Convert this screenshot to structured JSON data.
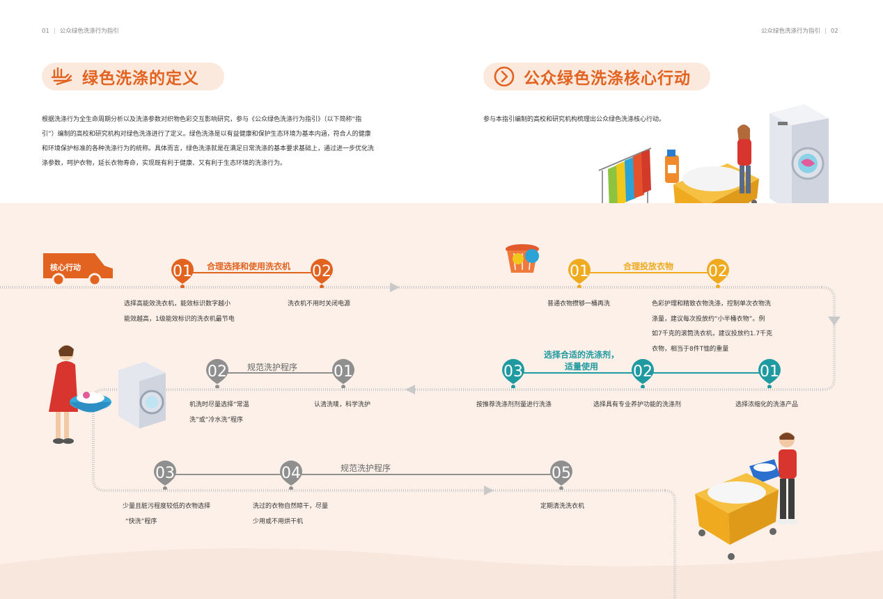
{
  "header": {
    "left_page": "01",
    "left_title": "公众绿色洗涤行为指引",
    "right_title": "公众绿色洗涤行为指引",
    "right_page": "02"
  },
  "section_left": {
    "title": "绿色洗涤的定义",
    "body": [
      "根据洗涤行为全生命周期分析以及洗涤参数对织物色彩交互影响研究，参与《公众绿色洗涤行为指引》（以下简称“指",
      "引”）编制的高校和研究机构对绿色洗涤进行了定义。绿色洗涤是以有益健康和保护生态环境为基本内涵，符合人的健康",
      "和环境保护标准的各种洗涤行为的统称。具体而言，绿色洗涤就是在满足日常洗涤的基本要求基础上，通过进一步优化洗",
      "涤参数，呵护衣物，延长衣物寿命，实现既有利于健康、又有利于生态环境的洗涤行为。"
    ]
  },
  "section_right": {
    "title": "公众绿色洗涤核心行动",
    "body": "参与本指引编制的高校和研究机构梳理出公众绿色洗涤核心行动。"
  },
  "core_label": "核心行动",
  "groups": {
    "machine": {
      "label": "合理选择和使用洗衣机",
      "color": "#e2621f",
      "steps": [
        {
          "num": "01",
          "text": [
            "选择高能效洗衣机，能效标识数字越小",
            "能效越高，1级能效标识的洗衣机最节电"
          ]
        },
        {
          "num": "02",
          "text": [
            "洗衣机不用时关闭电源"
          ]
        }
      ]
    },
    "load": {
      "label": "合理投放衣物",
      "color": "#efaa1f",
      "steps": [
        {
          "num": "01",
          "text": [
            "普通衣物攒够一桶再洗"
          ]
        },
        {
          "num": "02",
          "text": [
            "色彩护理和精致衣物洗涤，控制单次衣物洗",
            "涤量，建议每次投放约“小半桶衣物”。例",
            "如7千克的滚筒洗衣机，建议投放约1.7千克",
            "衣物，相当于8件T恤的重量"
          ]
        }
      ]
    },
    "detergent": {
      "label_line1": "选择合适的洗涤剂，",
      "label_line2": "适量使用",
      "color": "#1e9aa0",
      "steps": [
        {
          "num": "01",
          "text": [
            "选择浓缩化的洗涤产品"
          ]
        },
        {
          "num": "02",
          "text": [
            "选择具有专业养护功能的洗涤剂"
          ]
        },
        {
          "num": "03",
          "text": [
            "按推荐洗涤剂剂量进行洗涤"
          ]
        }
      ]
    },
    "program_a": {
      "label": "规范洗护程序",
      "color": "#8f8f8f",
      "steps": [
        {
          "num": "01",
          "text": [
            "认清洗唛，科学洗护"
          ]
        },
        {
          "num": "02",
          "text": [
            "机洗时尽量选择“常温",
            "洗”或“冷水洗”程序"
          ]
        }
      ]
    },
    "program_b": {
      "label": "规范洗护程序",
      "color": "#8f8f8f",
      "steps": [
        {
          "num": "03",
          "text": [
            "少量且脏污程度较低的衣物选择",
            "“快洗”程序"
          ]
        },
        {
          "num": "04",
          "text": [
            "洗过的衣物自然晾干，尽量",
            "少用或不用烘干机"
          ]
        },
        {
          "num": "05",
          "text": [
            "定期清洗洗衣机"
          ]
        }
      ]
    }
  },
  "colors": {
    "accent": "#e2621f",
    "pill_bg": "#fce9dd",
    "section_bg": "#fcf0e8"
  },
  "icons": [
    "wash-hand-icon",
    "chevron-circle-icon",
    "truck-icon",
    "laundry-basket-icon",
    "washing-machine-icon"
  ]
}
